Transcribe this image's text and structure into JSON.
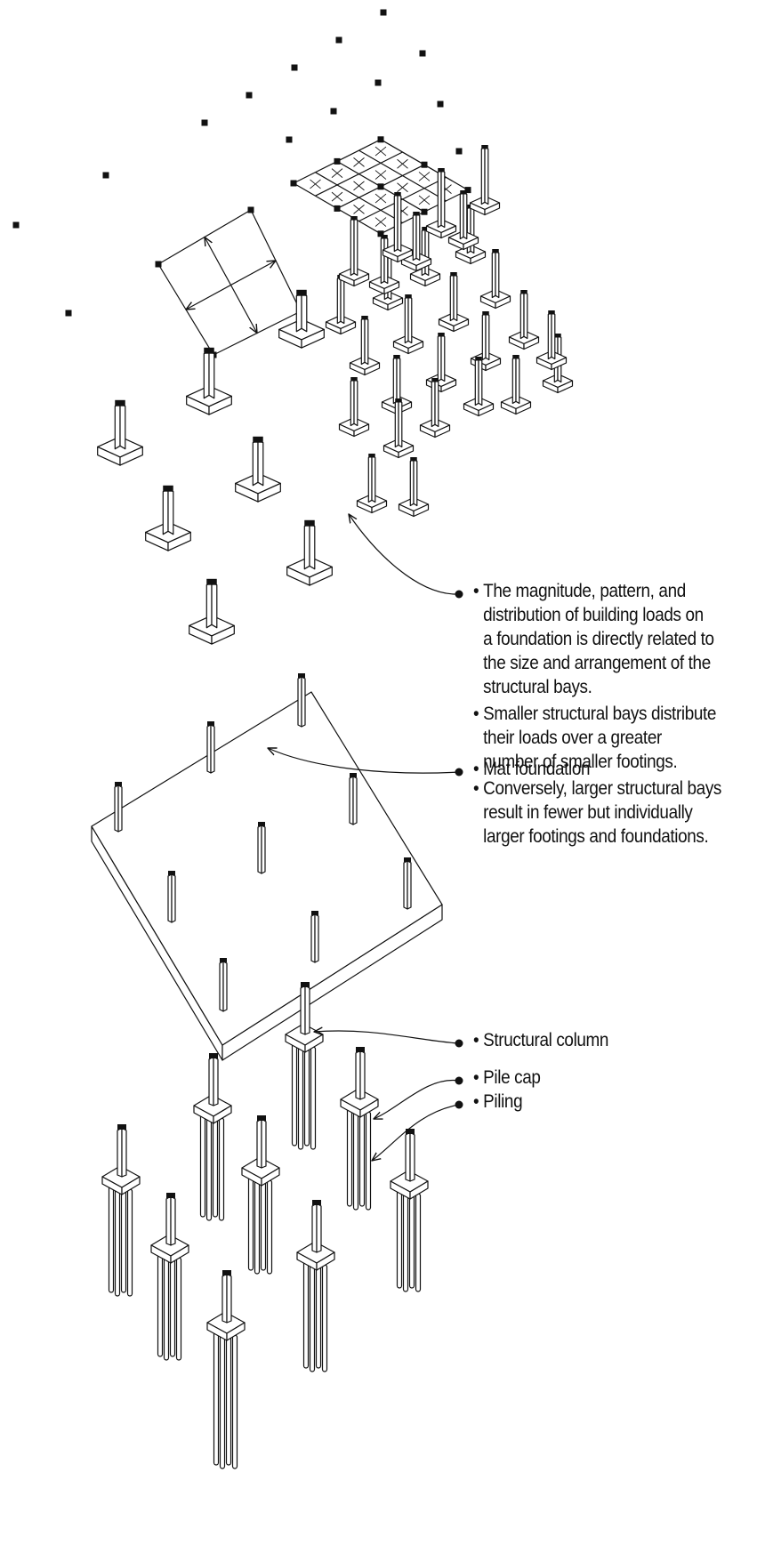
{
  "bullets": [
    "The magnitude, pattern, and\ndistribution of building loads on\na foundation is directly related to\nthe size and arrangement of the\nstructural bays.",
    "Smaller structural bays distribute\ntheir loads over a greater\nnumber of smaller footings.",
    "Conversely, larger structural bays\nresult in fewer but individually\nlarger footings and foundations."
  ],
  "labels": {
    "mat_foundation": "Mat foundation",
    "structural_column": "Structural column",
    "pile_cap": "Pile cap",
    "piling": "Piling"
  },
  "colors": {
    "ink": "#111111",
    "paper": "#ffffff"
  }
}
